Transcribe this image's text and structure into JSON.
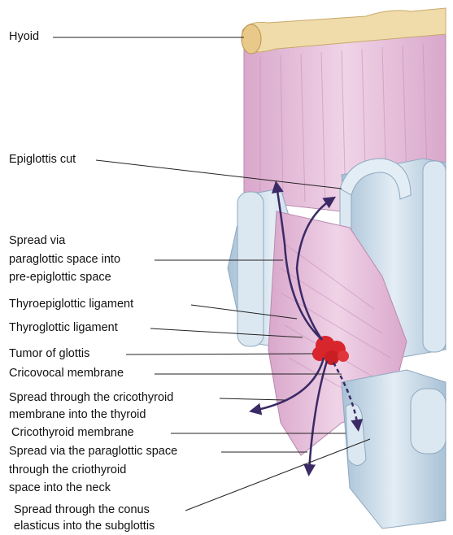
{
  "labels": {
    "hyoid": "Hyoid",
    "epiglottis_cut": "Epiglottis cut",
    "paraglottic_1": "Spread via",
    "paraglottic_2": "paraglottic space into",
    "paraglottic_3": "pre-epiglottic space",
    "thyroepiglottic": "Thyroepiglottic ligament",
    "thyroglottic": "Thyroglottic ligament",
    "tumor": "Tumor of glottis",
    "cricovocal": "Cricovocal membrane",
    "cricothyroid_spread_1": "Spread through the cricothyroid",
    "cricothyroid_spread_2": "membrane into the thyroid",
    "cricothyroid_membrane": "Cricothyroid membrane",
    "neck_spread_1": "Spread via the paraglottic space",
    "neck_spread_2": "through the criothyroid",
    "neck_spread_3": "space into the neck",
    "conus_1": "Spread through the conus",
    "conus_2": "elasticus into the subglottis"
  },
  "colors": {
    "tissue": "#e6bfdc",
    "tissue_dark": "#c98fbb",
    "cartilage": "#c9d9e6",
    "cartilage_edge": "#8fa9c0",
    "tumor": "#d8262c",
    "arrow": "#3b2a66",
    "bone": "#f0dcaa"
  }
}
